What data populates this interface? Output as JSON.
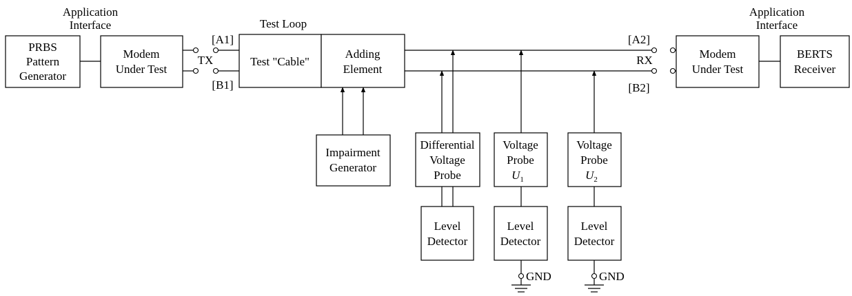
{
  "labels": {
    "app_interface_left": [
      "Application",
      "Interface"
    ],
    "app_interface_right": [
      "Application",
      "Interface"
    ],
    "test_loop": "Test Loop",
    "tx": "TX",
    "rx": "RX",
    "a1": "[A1]",
    "b1": "[B1]",
    "a2": "[A2]",
    "b2": "[B2]",
    "gnd": "GND"
  },
  "blocks": {
    "prbs": [
      "PRBS",
      "Pattern",
      "Generator"
    ],
    "modem_tx": [
      "Modem",
      "Under Test"
    ],
    "test_cable": [
      "Test \"Cable\""
    ],
    "adding_element": [
      "Adding",
      "Element"
    ],
    "modem_rx": [
      "Modem",
      "Under Test"
    ],
    "berts": [
      "BERTS",
      "Receiver"
    ],
    "impairment": [
      "Impairment",
      "Generator"
    ],
    "diff_probe": [
      "Differential",
      "Voltage",
      "Probe"
    ],
    "vprobe1": [
      "Voltage",
      "Probe",
      "U",
      "1"
    ],
    "vprobe2": [
      "Voltage",
      "Probe",
      "U",
      "2"
    ],
    "level1": [
      "Level",
      "Detector"
    ],
    "level2": [
      "Level",
      "Detector"
    ],
    "level3": [
      "Level",
      "Detector"
    ]
  }
}
